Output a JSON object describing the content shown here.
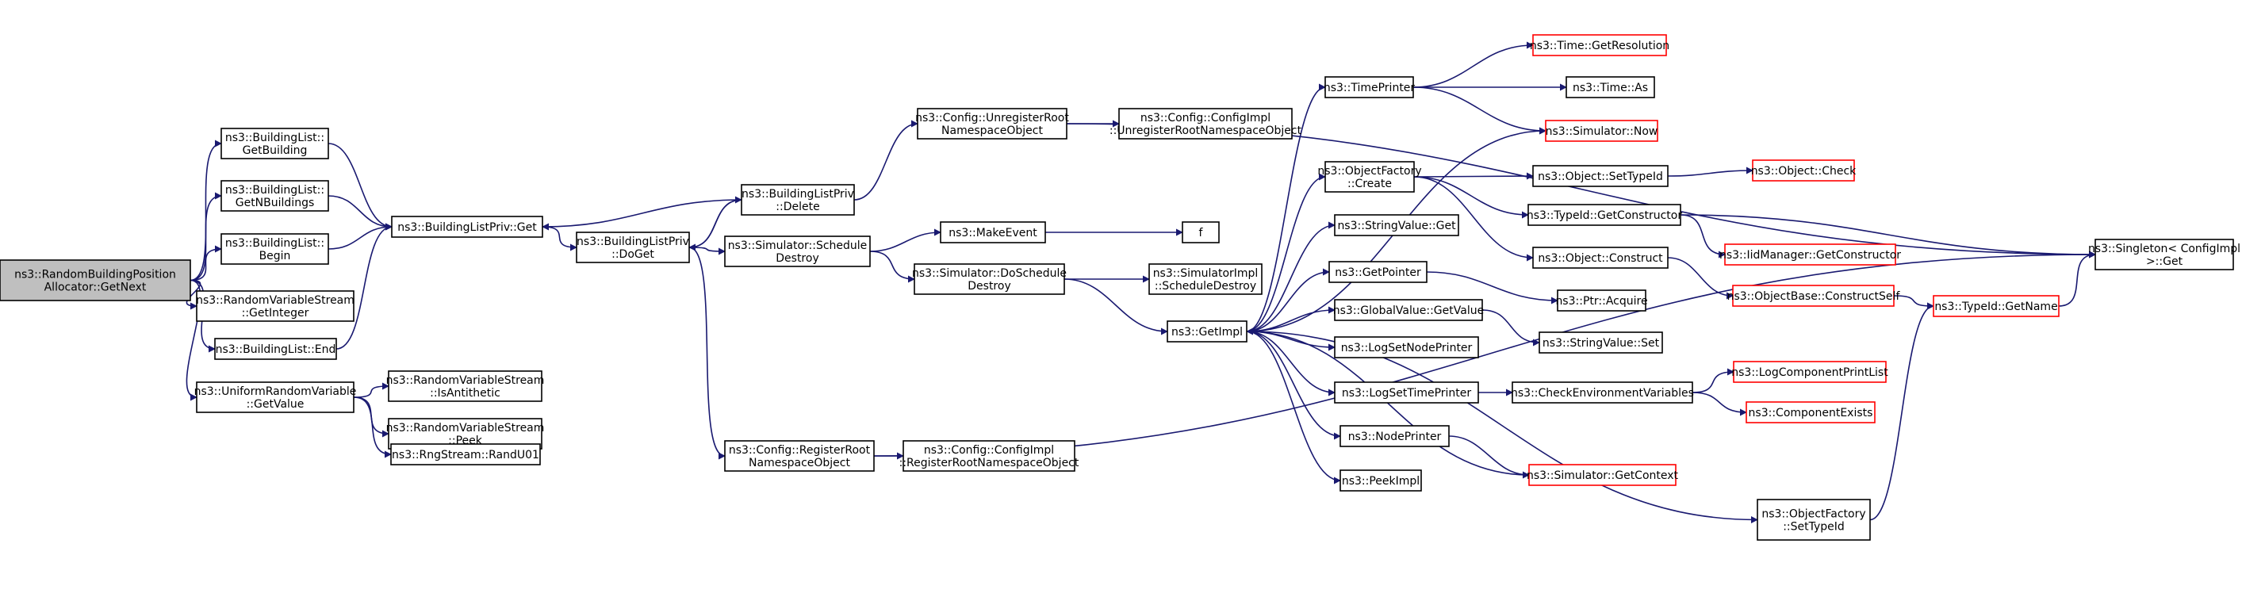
{
  "colors": {
    "edge": "#191970",
    "node_border": "#000000",
    "node_border_truncated": "#ff0000",
    "root_fill": "#bfbfbf",
    "node_fill": "#ffffff"
  },
  "nodes": [
    {
      "id": "root",
      "lines": [
        "ns3::RandomBuildingPosition",
        "Allocator::GetNext"
      ],
      "root": true
    },
    {
      "id": "bl_getbuilding",
      "lines": [
        "ns3::BuildingList::",
        "GetBuilding"
      ]
    },
    {
      "id": "bl_getn",
      "lines": [
        "ns3::BuildingList::",
        "GetNBuildings"
      ]
    },
    {
      "id": "bl_begin",
      "lines": [
        "ns3::BuildingList::",
        "Begin"
      ]
    },
    {
      "id": "rvs_getint",
      "lines": [
        "ns3::RandomVariableStream",
        "::GetInteger"
      ]
    },
    {
      "id": "bl_end",
      "lines": [
        "ns3::BuildingList::End"
      ]
    },
    {
      "id": "urv_getvalue",
      "lines": [
        "ns3::UniformRandomVariable",
        "::GetValue"
      ]
    },
    {
      "id": "blp_get",
      "lines": [
        "ns3::BuildingListPriv::Get"
      ]
    },
    {
      "id": "rvs_anti",
      "lines": [
        "ns3::RandomVariableStream",
        "::IsAntithetic"
      ]
    },
    {
      "id": "rvs_peek",
      "lines": [
        "ns3::RandomVariableStream",
        "::Peek"
      ]
    },
    {
      "id": "rng_randu01",
      "lines": [
        "ns3::RngStream::RandU01"
      ]
    },
    {
      "id": "blp_doget",
      "lines": [
        "ns3::BuildingListPriv",
        "::DoGet"
      ]
    },
    {
      "id": "blp_delete",
      "lines": [
        "ns3::BuildingListPriv",
        "::Delete"
      ]
    },
    {
      "id": "sim_sched_destroy",
      "lines": [
        "ns3::Simulator::Schedule",
        "Destroy"
      ]
    },
    {
      "id": "cfg_reg_root",
      "lines": [
        "ns3::Config::RegisterRoot",
        "NamespaceObject"
      ]
    },
    {
      "id": "cfg_unreg_root",
      "lines": [
        "ns3::Config::UnregisterRoot",
        "NamespaceObject"
      ]
    },
    {
      "id": "make_event",
      "lines": [
        "ns3::MakeEvent"
      ]
    },
    {
      "id": "sim_dosched_destroy",
      "lines": [
        "ns3::Simulator::DoSchedule",
        "Destroy"
      ]
    },
    {
      "id": "cfgimpl_reg",
      "lines": [
        "ns3::Config::ConfigImpl",
        "::RegisterRootNamespaceObject"
      ]
    },
    {
      "id": "cfgimpl_unreg",
      "lines": [
        "ns3::Config::ConfigImpl",
        "::UnregisterRootNamespaceObject"
      ]
    },
    {
      "id": "f",
      "lines": [
        "f"
      ]
    },
    {
      "id": "simimpl_sched",
      "lines": [
        "ns3::SimulatorImpl",
        "::ScheduleDestroy"
      ]
    },
    {
      "id": "getimpl",
      "lines": [
        "ns3::GetImpl"
      ]
    },
    {
      "id": "time_printer",
      "lines": [
        "ns3::TimePrinter"
      ]
    },
    {
      "id": "objfac_create",
      "lines": [
        "ns3::ObjectFactory",
        "::Create"
      ]
    },
    {
      "id": "stringvalue_get",
      "lines": [
        "ns3::StringValue::Get"
      ]
    },
    {
      "id": "getpointer",
      "lines": [
        "ns3::GetPointer"
      ]
    },
    {
      "id": "globalvalue_get",
      "lines": [
        "ns3::GlobalValue::GetValue"
      ]
    },
    {
      "id": "logset_node",
      "lines": [
        "ns3::LogSetNodePrinter"
      ]
    },
    {
      "id": "logset_time",
      "lines": [
        "ns3::LogSetTimePrinter"
      ]
    },
    {
      "id": "node_printer",
      "lines": [
        "ns3::NodePrinter"
      ]
    },
    {
      "id": "peekimpl",
      "lines": [
        "ns3::PeekImpl"
      ]
    },
    {
      "id": "time_getres",
      "lines": [
        "ns3::Time::GetResolution"
      ],
      "truncated": true
    },
    {
      "id": "time_as",
      "lines": [
        "ns3::Time::As"
      ]
    },
    {
      "id": "sim_now",
      "lines": [
        "ns3::Simulator::Now"
      ],
      "truncated": true
    },
    {
      "id": "obj_settypeid",
      "lines": [
        "ns3::Object::SetTypeId"
      ]
    },
    {
      "id": "typeid_getctor",
      "lines": [
        "ns3::TypeId::GetConstructor"
      ]
    },
    {
      "id": "obj_construct",
      "lines": [
        "ns3::Object::Construct"
      ]
    },
    {
      "id": "ptr_acquire",
      "lines": [
        "ns3::Ptr::Acquire"
      ]
    },
    {
      "id": "stringvalue_set",
      "lines": [
        "ns3::StringValue::Set"
      ]
    },
    {
      "id": "check_env",
      "lines": [
        "ns3::CheckEnvironmentVariables"
      ]
    },
    {
      "id": "sim_getctx",
      "lines": [
        "ns3::Simulator::GetContext"
      ],
      "truncated": true
    },
    {
      "id": "objfac_settypeid",
      "lines": [
        "ns3::ObjectFactory",
        "::SetTypeId"
      ]
    },
    {
      "id": "obj_check",
      "lines": [
        "ns3::Object::Check"
      ],
      "truncated": true
    },
    {
      "id": "iid_getctor",
      "lines": [
        "ns3::IidManager::GetConstructor"
      ],
      "truncated": true
    },
    {
      "id": "objbase_construct",
      "lines": [
        "ns3::ObjectBase::ConstructSelf"
      ],
      "truncated": true
    },
    {
      "id": "logcomp_print",
      "lines": [
        "ns3::LogComponentPrintList"
      ],
      "truncated": true
    },
    {
      "id": "comp_exists",
      "lines": [
        "ns3::ComponentExists"
      ],
      "truncated": true
    },
    {
      "id": "typeid_getname",
      "lines": [
        "ns3::TypeId::GetName"
      ],
      "truncated": true
    },
    {
      "id": "singleton_get",
      "lines": [
        "ns3::Singleton< ConfigImpl",
        " >::Get"
      ]
    }
  ],
  "edges": [
    [
      "root",
      "bl_getbuilding"
    ],
    [
      "root",
      "bl_getn"
    ],
    [
      "root",
      "bl_begin"
    ],
    [
      "root",
      "rvs_getint"
    ],
    [
      "root",
      "bl_end"
    ],
    [
      "root",
      "urv_getvalue"
    ],
    [
      "bl_getbuilding",
      "blp_get"
    ],
    [
      "bl_getn",
      "blp_get"
    ],
    [
      "bl_begin",
      "blp_get"
    ],
    [
      "bl_end",
      "blp_get"
    ],
    [
      "urv_getvalue",
      "rvs_anti"
    ],
    [
      "urv_getvalue",
      "rvs_peek"
    ],
    [
      "urv_getvalue",
      "rng_randu01"
    ],
    [
      "blp_get",
      "blp_doget"
    ],
    [
      "blp_doget",
      "blp_delete"
    ],
    [
      "blp_doget",
      "sim_sched_destroy"
    ],
    [
      "blp_doget",
      "cfg_reg_root"
    ],
    [
      "blp_delete",
      "blp_get"
    ],
    [
      "blp_delete",
      "blp_doget"
    ],
    [
      "blp_delete",
      "cfg_unreg_root"
    ],
    [
      "sim_sched_destroy",
      "make_event"
    ],
    [
      "sim_sched_destroy",
      "sim_dosched_destroy"
    ],
    [
      "cfg_reg_root",
      "cfgimpl_reg"
    ],
    [
      "cfg_reg_root",
      "singleton_get"
    ],
    [
      "cfg_unreg_root",
      "cfgimpl_unreg"
    ],
    [
      "cfg_unreg_root",
      "singleton_get"
    ],
    [
      "make_event",
      "f"
    ],
    [
      "sim_dosched_destroy",
      "simimpl_sched"
    ],
    [
      "sim_dosched_destroy",
      "getimpl"
    ],
    [
      "getimpl",
      "time_printer"
    ],
    [
      "getimpl",
      "sim_now"
    ],
    [
      "getimpl",
      "objfac_create"
    ],
    [
      "getimpl",
      "stringvalue_get"
    ],
    [
      "getimpl",
      "getpointer"
    ],
    [
      "getimpl",
      "globalvalue_get"
    ],
    [
      "getimpl",
      "logset_node"
    ],
    [
      "getimpl",
      "logset_time"
    ],
    [
      "getimpl",
      "node_printer"
    ],
    [
      "getimpl",
      "peekimpl"
    ],
    [
      "getimpl",
      "objfac_settypeid"
    ],
    [
      "time_printer",
      "time_getres"
    ],
    [
      "time_printer",
      "time_as"
    ],
    [
      "time_printer",
      "sim_now"
    ],
    [
      "objfac_create",
      "obj_settypeid"
    ],
    [
      "objfac_create",
      "typeid_getctor"
    ],
    [
      "objfac_create",
      "obj_construct"
    ],
    [
      "getpointer",
      "ptr_acquire"
    ],
    [
      "globalvalue_get",
      "stringvalue_set"
    ],
    [
      "logset_time",
      "check_env"
    ],
    [
      "node_printer",
      "sim_getctx"
    ],
    [
      "sim_getctx",
      "getimpl"
    ],
    [
      "obj_settypeid",
      "obj_check"
    ],
    [
      "typeid_getctor",
      "iid_getctor"
    ],
    [
      "typeid_getctor",
      "singleton_get"
    ],
    [
      "obj_construct",
      "objbase_construct"
    ],
    [
      "objbase_construct",
      "typeid_getname"
    ],
    [
      "check_env",
      "logcomp_print"
    ],
    [
      "check_env",
      "comp_exists"
    ],
    [
      "objfac_settypeid",
      "typeid_getname"
    ],
    [
      "typeid_getname",
      "singleton_get"
    ]
  ]
}
